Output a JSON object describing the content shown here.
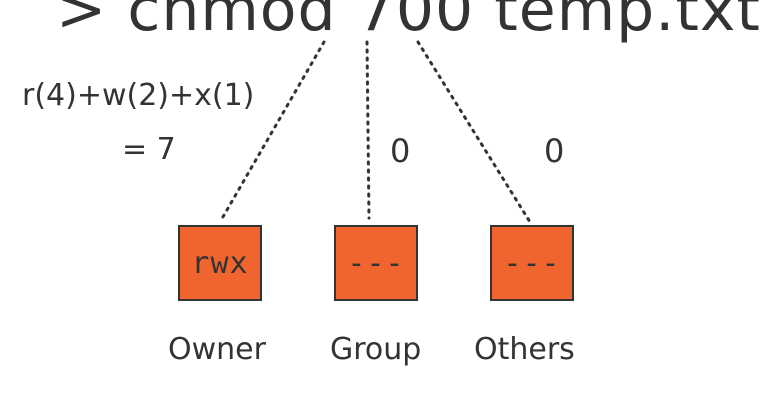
{
  "command": "> chmod 700 temp.txt",
  "calculation": {
    "line1": "r(4)+w(2)+x(1)",
    "line2": "= 7"
  },
  "digits": {
    "group": "0",
    "others": "0"
  },
  "permissions": [
    {
      "label": "Owner",
      "bits": "rwx"
    },
    {
      "label": "Group",
      "bits": "---"
    },
    {
      "label": "Others",
      "bits": "---"
    }
  ],
  "colors": {
    "box_fill": "#f0652f",
    "ink": "#333333"
  }
}
